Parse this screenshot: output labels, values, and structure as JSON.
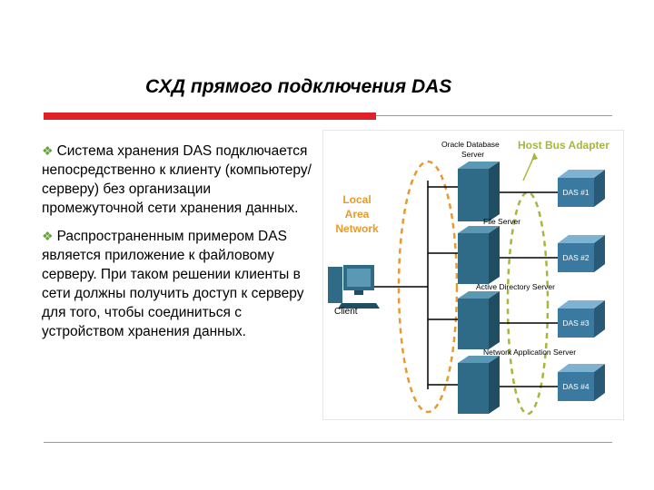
{
  "slide": {
    "title": "СХД прямого подключения DAS",
    "bullets": [
      "Система хранения DAS подключается непосредственно к клиенту (компьютеру/серверу) без организации промежуточной сети хранения данных.",
      "Распространенным примером DAS является приложение к файловому серверу. При таком решении клиенты в сети должны получить доступ к серверу для того, чтобы соединиться с устройством хранения данных."
    ]
  },
  "diagram": {
    "lan_label": [
      "Local",
      "Area",
      "Network"
    ],
    "hba_label": "Host Bus Adapter",
    "client_label": "Client",
    "servers": [
      {
        "name_lines": [
          "Oracle Database",
          "Server"
        ]
      },
      {
        "name_lines": [
          "File Server"
        ]
      },
      {
        "name_lines": [
          "Active Directory Server"
        ]
      },
      {
        "name_lines": [
          "Network Application Server"
        ]
      }
    ],
    "storage": [
      "DAS #1",
      "DAS #2",
      "DAS #3",
      "DAS #4"
    ],
    "colors": {
      "lan": "#e89a2c",
      "hba": "#a8b63a",
      "title_bar": "#e0202a",
      "bullet": "#6aa23a"
    }
  }
}
